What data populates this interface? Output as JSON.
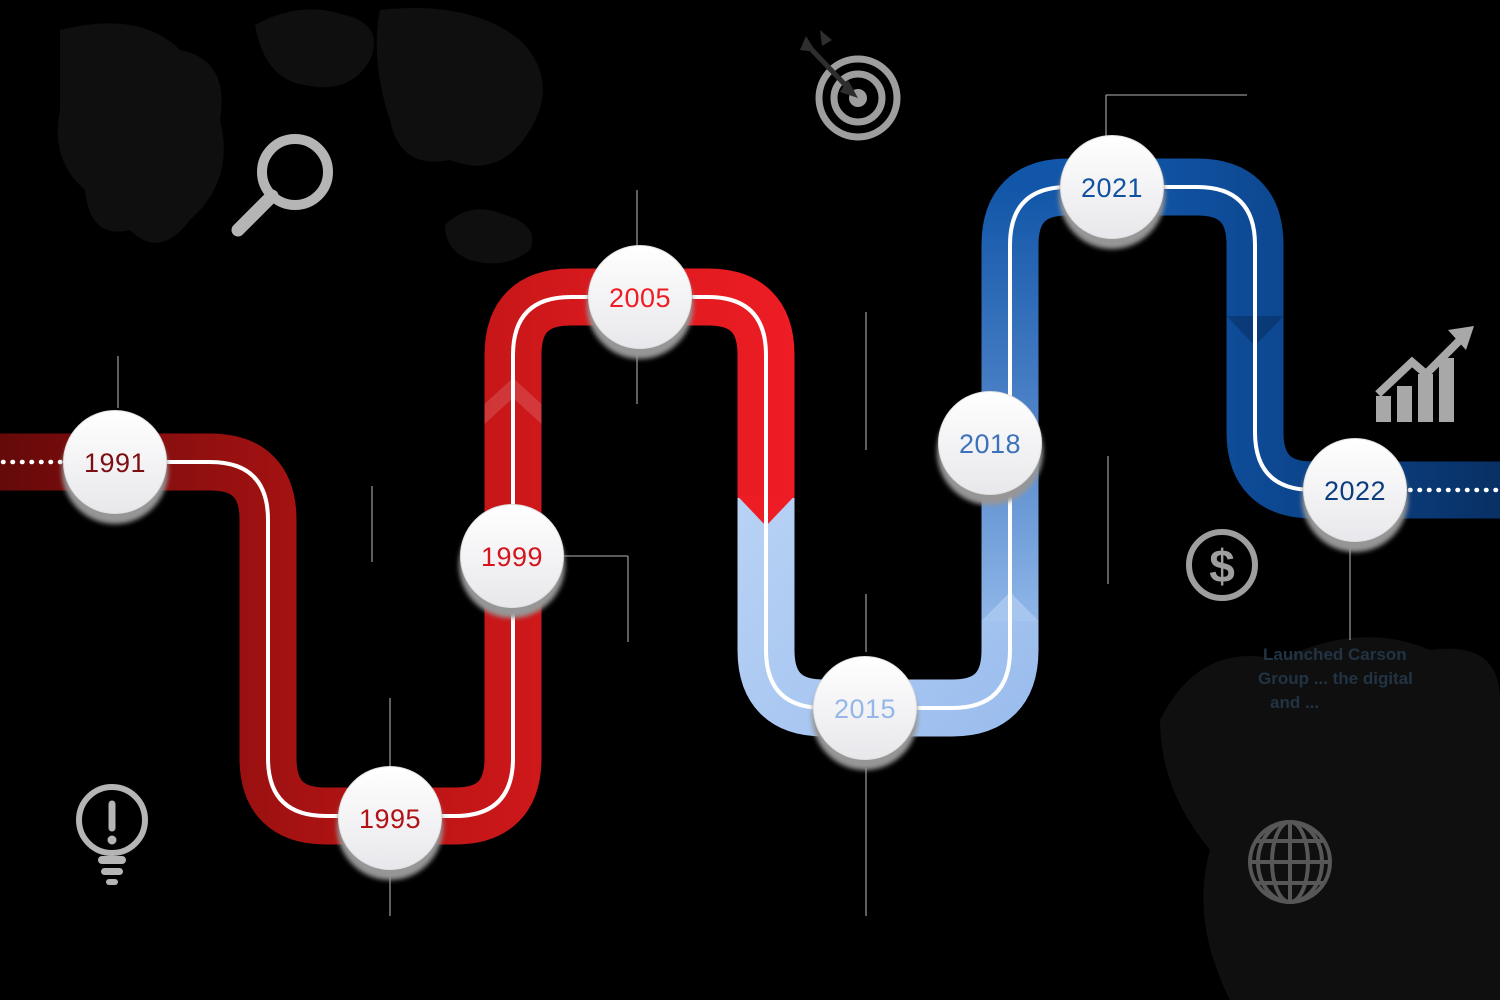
{
  "canvas": {
    "background": "#000000"
  },
  "timeline": {
    "type": "s-curve-timeline",
    "nodes": [
      {
        "year": "1991",
        "text_color": "#7d0f12"
      },
      {
        "year": "1995",
        "text_color": "#b01215"
      },
      {
        "year": "1999",
        "text_color": "#d4151c"
      },
      {
        "year": "2005",
        "text_color": "#ee1c24"
      },
      {
        "year": "2015",
        "text_color": "#93b7e8"
      },
      {
        "year": "2018",
        "text_color": "#3b72ba"
      },
      {
        "year": "2021",
        "text_color": "#10529f"
      },
      {
        "year": "2022",
        "text_color": "#0c3d7f"
      }
    ],
    "path_colors": {
      "red_dark": "#650909",
      "red_bright": "#ee1c24",
      "blue_light": "#a9c7ef",
      "blue_medium": "#4a80c6",
      "blue_strong": "#1156a8",
      "blue_navy": "#083064"
    },
    "center_line_color": "#ffffff"
  },
  "caption": {
    "lines": [
      "Launched Carson",
      "Group ... the digital",
      "and ..."
    ],
    "color": "#223344"
  },
  "icons": {
    "dollar_glyph": "$",
    "names": [
      "search-icon",
      "target-icon",
      "growth-chart-icon",
      "dollar-icon",
      "globe-icon",
      "lightbulb-icon",
      "world-map-silhouette"
    ]
  }
}
